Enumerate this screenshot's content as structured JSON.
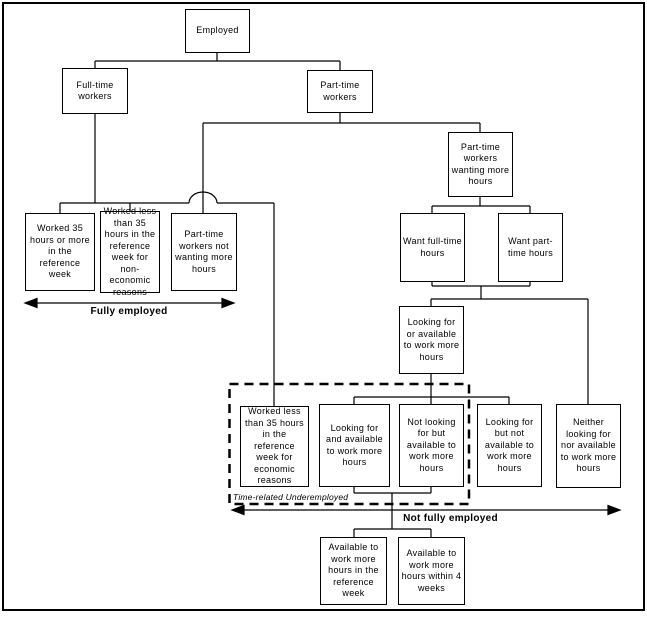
{
  "nodes": {
    "employed": {
      "label": "Employed"
    },
    "full_time_workers": {
      "label": "Full-time workers"
    },
    "part_time_workers": {
      "label": "Part-time workers"
    },
    "worked_35_or_more": {
      "label": "Worked 35 hours or more in the reference week"
    },
    "worked_less_non_economic": {
      "label": "Worked less than 35 hours in the reference week for non-economic reasons"
    },
    "pt_not_wanting_more": {
      "label": "Part-time workers not wanting more hours"
    },
    "pt_wanting_more": {
      "label": "Part-time workers wanting more hours"
    },
    "want_full_time": {
      "label": "Want full-time hours"
    },
    "want_part_time": {
      "label": "Want part-time hours"
    },
    "looking_or_available": {
      "label": "Looking for or available to work more hours"
    },
    "worked_less_economic": {
      "label": "Worked less than 35 hours in the reference week for economic reasons"
    },
    "looking_and_available": {
      "label": "Looking for and available to work more hours"
    },
    "not_looking_but_available": {
      "label": "Not looking for but available to work more hours"
    },
    "looking_but_not_available": {
      "label": "Looking for but not available to work more hours"
    },
    "neither_looking_nor_available": {
      "label": "Neither looking for nor available to work more hours"
    },
    "available_reference_week": {
      "label": "Available to work more hours in the reference week"
    },
    "available_4_weeks": {
      "label": "Available to work more hours within 4 weeks"
    }
  },
  "annotations": {
    "fully_employed": "Fully employed",
    "not_fully_employed": "Not fully employed",
    "time_related_underemployed": "Time-related Underemployed"
  },
  "colors": {
    "line": "#000000",
    "background": "#ffffff",
    "box_fill": "#ffffff"
  }
}
